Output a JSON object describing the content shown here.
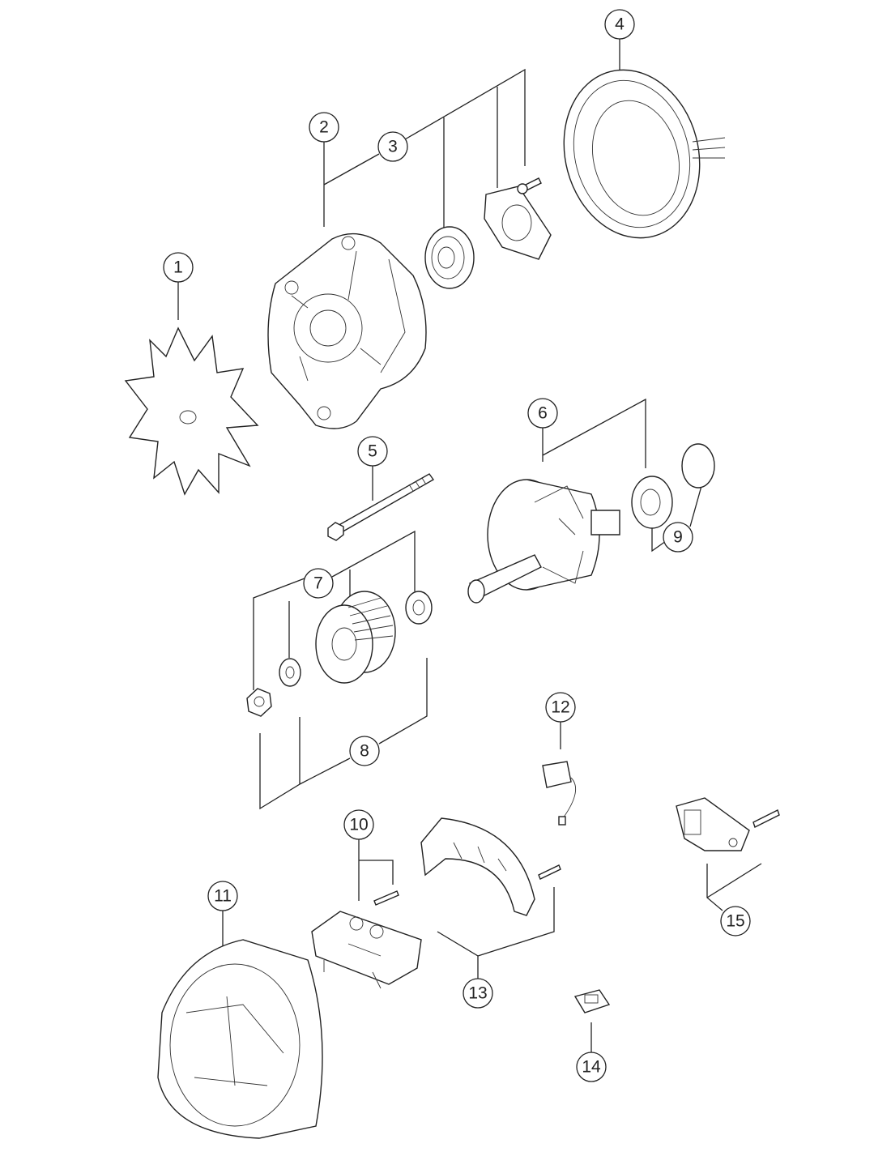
{
  "diagram": {
    "type": "exploded parts diagram",
    "callouts": [
      "1",
      "2",
      "3",
      "4",
      "5",
      "6",
      "7",
      "8",
      "9",
      "10",
      "11",
      "12",
      "13",
      "14",
      "15"
    ],
    "colors": {
      "line": "#222222",
      "background": "#ffffff"
    }
  }
}
